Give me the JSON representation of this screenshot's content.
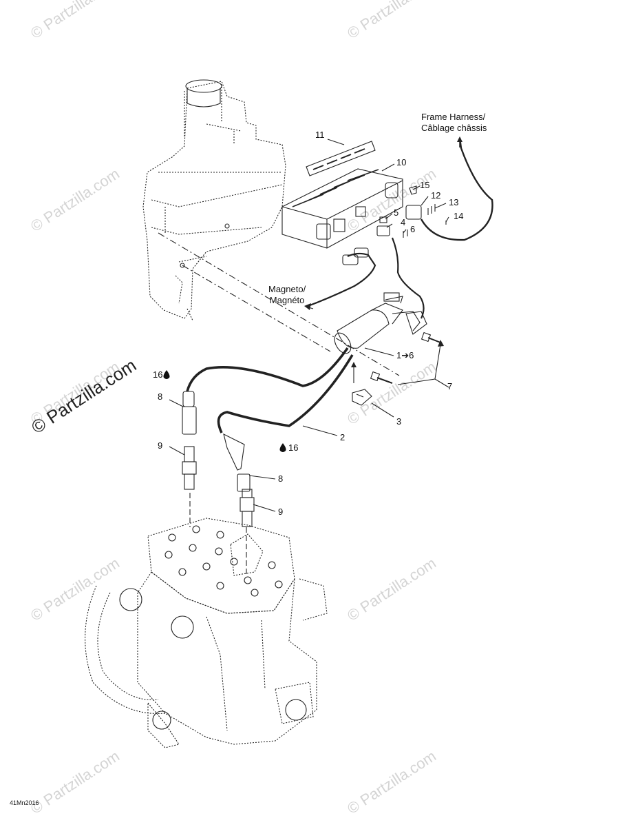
{
  "watermark": {
    "text": "© Partzilla.com"
  },
  "notes": {
    "frame_harness_line1": "Frame Harness/",
    "frame_harness_line2": "Câblage châssis",
    "magneto_line1": "Magneto/",
    "magneto_line2": "Magnéto"
  },
  "callouts": {
    "c1_6": "1➔6",
    "c2": "2",
    "c3": "3",
    "c4": "4",
    "c5": "5",
    "c6": "6",
    "c7": "7",
    "c8a": "8",
    "c8b": "8",
    "c9a": "9",
    "c9b": "9",
    "c10": "10",
    "c11": "11",
    "c12": "12",
    "c13": "13",
    "c14": "14",
    "c15": "15",
    "c16a": "16",
    "c16b": "16"
  },
  "diagram_code": "41Mn2016",
  "icons": {
    "loctite": "drop-icon"
  }
}
